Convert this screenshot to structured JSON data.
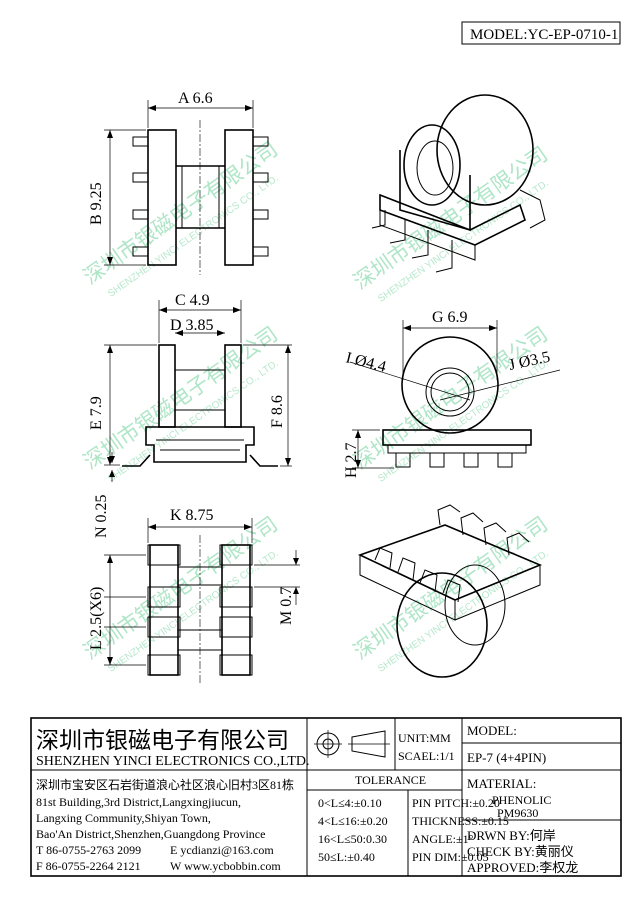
{
  "title": "MODEL:YC-EP-0710-1",
  "dims": {
    "A": "A 6.6",
    "B": "B 9.25",
    "C": "C 4.9",
    "D": "D 3.85",
    "E": "E 7.9",
    "F": "F 8.6",
    "N": "N 0.25",
    "K": "K 8.75",
    "L": "L 2.5(X6)",
    "M": "M 0.7",
    "G": "G 6.9",
    "I": "I Ø4.4",
    "J": "J Ø3.5",
    "H": "H 2.7"
  },
  "watermark": {
    "cn": "深圳市银磁电子有限公司",
    "en": "SHENZHEN YINCI ELECTRONICS CO., LTD."
  },
  "company": {
    "name_cn": "深圳市银磁电子有限公司",
    "name_en": "SHENZHEN YINCI ELECTRONICS CO.,LTD.",
    "addr_cn": "深圳市宝安区石岩街道浪心社区浪心旧村3区81栋",
    "addr1": "81st Building,3rd District,Langxingjiucun,",
    "addr2": "Langxing Community,Shiyan Town,",
    "addr3": "Bao'An District,Shenzhen,Guangdong Province",
    "tel": "T 86-0755-2763 2099",
    "email": "E ycdianzi@163.com",
    "fax": "F 86-0755-2264 2121",
    "web": "W www.ycbobbin.com"
  },
  "unit": "UNIT:MM",
  "scale": "SCAEL:1/1",
  "model_label": "MODEL:",
  "model_value": "EP-7 (4+4PIN)",
  "tolerance": {
    "title": "TOLERANCE",
    "rows": [
      "0<L≤4:±0.10",
      "4<L≤16:±0.20",
      "16<L≤50:0.30",
      "50≤L:±0.40"
    ],
    "right": [
      "PIN PITCH:±0.20",
      "THICKNESS:±0.15",
      "ANGLE:±1°",
      "PIN DIM:±0.05"
    ]
  },
  "material": {
    "label": "MATERIAL:",
    "v1": "PHENOLIC",
    "v2": "PM9630"
  },
  "people": {
    "drawn": "DRWN BY:何岸",
    "check": "CHECK BY:黄丽仪",
    "approved": "APPROVED:李权龙"
  }
}
